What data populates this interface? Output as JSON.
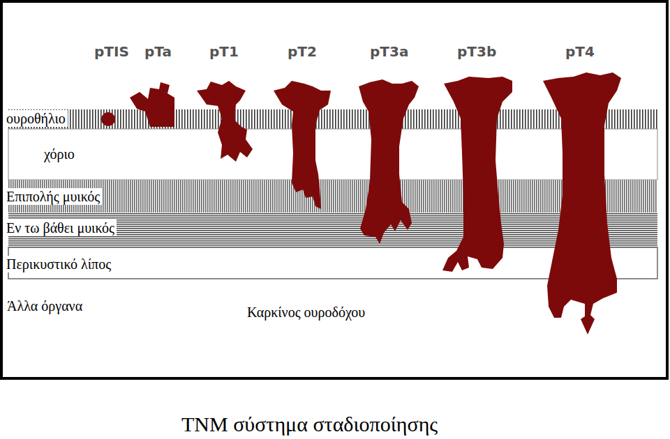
{
  "diagram": {
    "caption": "TNM σύστημα σταδιοποίησης",
    "nodes": [
      {
        "text": [
          "ουροθήλιο"
        ]
      },
      {
        "text": [
          "χόριο"
        ]
      },
      {
        "text": [
          "Επιπολής μυικός"
        ]
      },
      {
        "text": [
          "Εν τω βάθει μυικός"
        ]
      },
      {
        "text": [
          "Περικυστικό λίπος"
        ]
      }
    ],
    "labels": [
      "pTIS",
      "pTa",
      "pT1",
      "pT2",
      "pT3a",
      "pT3b",
      "pT4",
      "Άλλα όργανα",
      "Καρκίνος ουροδόχου"
    ]
  }
}
